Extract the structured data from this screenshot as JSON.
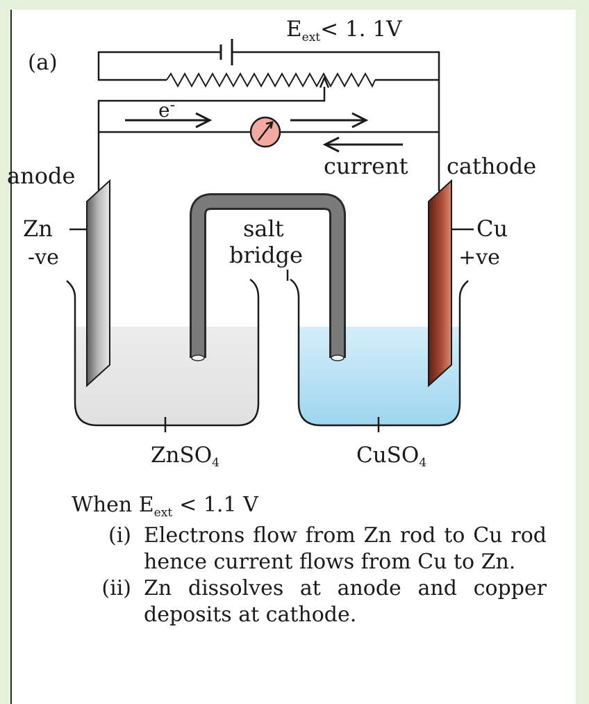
{
  "figure_label": "(a)",
  "voltage": {
    "prefix": "E",
    "sub": "ext",
    "rest": "< 1. 1V"
  },
  "electron_label": "e",
  "electron_charge": "-",
  "current_label": "current",
  "anode_label": "anode",
  "cathode_label": "cathode",
  "left_electrode": {
    "element": "Zn",
    "sign": "-ve"
  },
  "right_electrode": {
    "element": "Cu",
    "sign": "+ve"
  },
  "salt_bridge": {
    "line1": "salt",
    "line2": "bridge"
  },
  "solutions": {
    "left": {
      "formula": "ZnSO",
      "sub": "4"
    },
    "right": {
      "formula": "CuSO",
      "sub": "4"
    }
  },
  "caption": {
    "head_prefix": "When E",
    "head_sub": "ext",
    "head_suffix": "< 1.1 V",
    "items": [
      {
        "num": "(i)",
        "text": "Electrons flow from Zn rod to Cu rod hence current flows from Cu to Zn."
      },
      {
        "num": "(ii)",
        "text": "Zn dissolves at anode and copper deposits at cathode."
      }
    ]
  },
  "colors": {
    "frame_bg": "#e5f0da",
    "zinc_solution": "#e6e6e6",
    "copper_solution": "#a9dcf2",
    "zinc_rod": "#8d8d8d",
    "copper_rod": "#9a3a2a",
    "salt_bridge": "#6e6e6e",
    "galvanometer": "#f4a9a0"
  }
}
